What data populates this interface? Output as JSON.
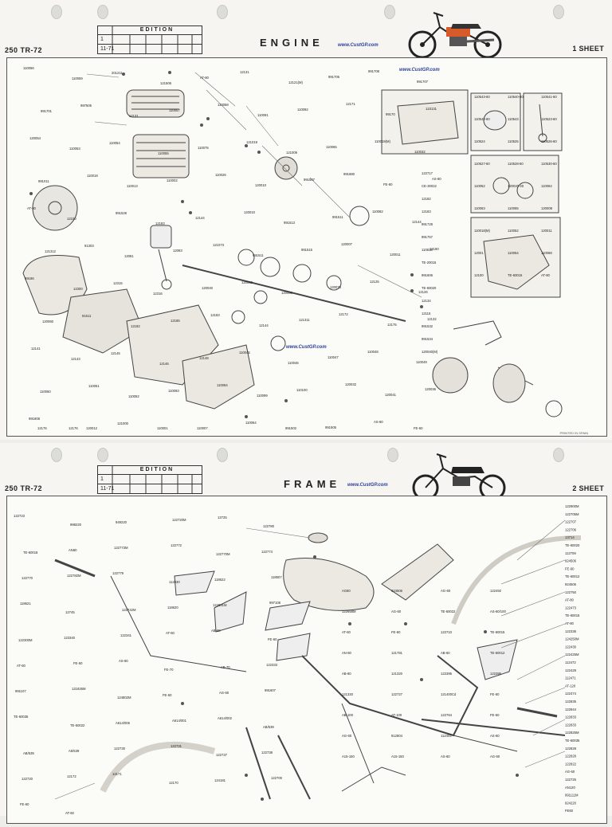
{
  "sheet1": {
    "model": "250 TR-72",
    "edition_header": "EDITION",
    "edition_rows": [
      "1",
      "11-71"
    ],
    "title": "ENGINE",
    "website": "www.CustGP.com",
    "sheet_number": "1 SHEET",
    "credit": "PRINTED IN SPAIN",
    "watermarks": [
      "www.CustGP.com",
      "www.CustGP.com"
    ],
    "parts": [
      "110056",
      "110059",
      "201211",
      "121506",
      "AT-80",
      "12131",
      "12121(M)",
      "991705",
      "991708",
      "991707",
      "991701",
      "997505",
      "12131",
      "110057",
      "110058",
      "110091",
      "110092",
      "12171",
      "99170",
      "123131",
      "120054",
      "110053",
      "110054",
      "110055",
      "110075",
      "121019",
      "121009",
      "110065",
      "110019(M)",
      "110032",
      "991011",
      "110018",
      "110013",
      "110002",
      "110026",
      "120010",
      "991507",
      "991680",
      "FE-60",
      "AS-60",
      "AT-80",
      "12150",
      "991528",
      "12183",
      "12144",
      "120010",
      "991513",
      "991511",
      "110082",
      "12144",
      "121312",
      "91303",
      "12081",
      "12083",
      "121073",
      "991511",
      "991515",
      "120007",
      "120011",
      "12180",
      "99186",
      "12300",
      "12315",
      "12316",
      "120040",
      "120062",
      "120066",
      "120073",
      "12125",
      "12126",
      "120060",
      "91511",
      "12182",
      "12185",
      "12183",
      "12144",
      "121311",
      "12172",
      "12175",
      "12132",
      "12141",
      "12143",
      "12145",
      "12146",
      "12148",
      "110045",
      "110046",
      "110047",
      "110048",
      "110049",
      "110050",
      "110051",
      "110052",
      "110093",
      "110094",
      "110099",
      "110100",
      "120032",
      "120041",
      "120036",
      "991808",
      "12176",
      "121000",
      "110001",
      "110007",
      "110064",
      "991502",
      "991505",
      "AS-60",
      "FE-60",
      "12176",
      "120012"
    ],
    "callouts_right": [
      "122717",
      "CE-30022",
      "12182",
      "12183",
      "991728",
      "991757",
      "110813",
      "TE-20015",
      "991606",
      "TE-60020",
      "12134",
      "12115",
      "991532",
      "991534",
      "120040(M)"
    ],
    "callouts_inset": [
      "110543-60",
      "110540-60",
      "110541-60",
      "110542-60",
      "110543",
      "110523-60",
      "110524",
      "110525",
      "110526-60",
      "110527-60",
      "110528-60",
      "110530-60",
      "110052",
      "120020-40",
      "110064",
      "110063",
      "110065",
      "120008",
      "110018(M)",
      "110052",
      "120011",
      "12001",
      "110064",
      "110068",
      "12100",
      "TE-60015",
      "AT-80"
    ]
  },
  "sheet2": {
    "model": "250 TR-72",
    "edition_header": "EDITION",
    "edition_rows": [
      "1",
      "11-71"
    ],
    "title": "FRAME",
    "website": "www.CustGP.com",
    "sheet_number": "2 SHEET",
    "parts_left": [
      "122723",
      "998220",
      "949220",
      "122720M",
      "12725",
      "122780",
      "TE-60018",
      "AN60",
      "122773M",
      "122772",
      "122770M",
      "122774",
      "122770",
      "122782M",
      "122779",
      "112830",
      "118622",
      "118507",
      "118621",
      "12745",
      "122742M",
      "118620",
      "124831M",
      "997108",
      "122300M",
      "123340",
      "122341",
      "AT-60",
      "AB-60",
      "FE-60",
      "AT-60",
      "FE-60",
      "AS-60",
      "FE-70",
      "AB-70",
      "122333",
      "991107",
      "121826M",
      "124802M",
      "FE-60",
      "AG-60",
      "991607",
      "TE-60035",
      "TE-60022",
      "A614/005",
      "A614/001",
      "A614/002",
      "AB/539",
      "AB/539",
      "A5/539",
      "122730",
      "122731",
      "122737",
      "122738",
      "122720",
      "12172",
      "12171",
      "12170",
      "124181",
      "122700",
      "FE-60",
      "AT-60"
    ],
    "parts_right": [
      "122900M",
      "122705M",
      "122707",
      "122706",
      "13714",
      "TE-60020",
      "112709",
      "924506",
      "FE-60",
      "TE-60012",
      "924506",
      "122750",
      "AT-80",
      "122473",
      "TE-60015",
      "AT-80",
      "122336",
      "124250M",
      "122430",
      "122425M",
      "112472",
      "122429",
      "112471",
      "AT-120",
      "122474",
      "122835",
      "122844",
      "122833",
      "122833",
      "122825M",
      "TE-60035",
      "122828",
      "122828",
      "122822",
      "AG-60",
      "122725",
      "AN120",
      "991111M",
      "924220",
      "FE60",
      "AG60",
      "924506",
      "AG-60",
      "122492",
      "122658M",
      "AG-60",
      "TE-60022",
      "AS-60/100",
      "AT-60",
      "FE-60",
      "122710",
      "TE-60015",
      "AN-60",
      "121781",
      "AB-60",
      "TE-60012",
      "AB-60",
      "121320",
      "122395",
      "122395",
      "121320",
      "122727",
      "121400Cd",
      "FE-60",
      "AB-100",
      "AT-100",
      "122764",
      "FE-60",
      "AG-60",
      "912804",
      "112402",
      "AS-60",
      "A15-150",
      "A15-150",
      "AS-60",
      "AG-60"
    ]
  },
  "colors": {
    "link": "#2a3f9a",
    "paper": "#f6f5f1",
    "ink": "#222222"
  }
}
